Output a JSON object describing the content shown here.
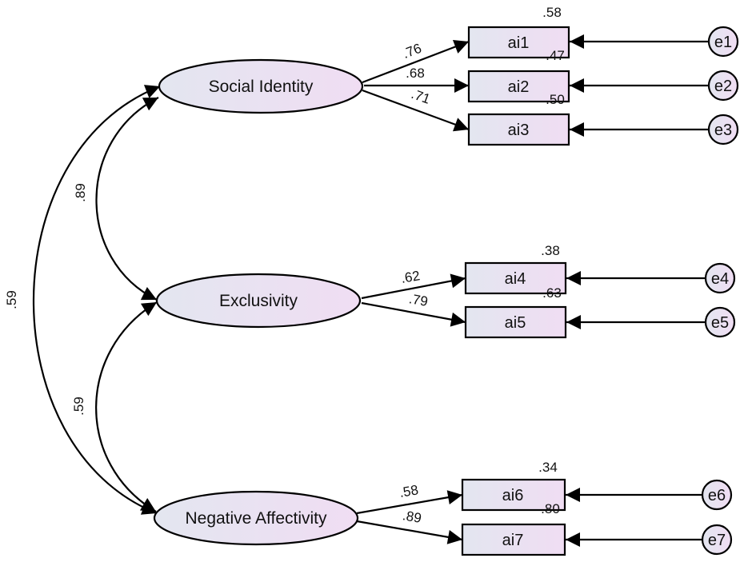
{
  "latents": {
    "social_identity": "Social Identity",
    "exclusivity": "Exclusivity",
    "negative_affectivity": "Negative Affectivity"
  },
  "indicators": {
    "ai1": "ai1",
    "ai2": "ai2",
    "ai3": "ai3",
    "ai4": "ai4",
    "ai5": "ai5",
    "ai6": "ai6",
    "ai7": "ai7"
  },
  "errors": {
    "e1": "e1",
    "e2": "e2",
    "e3": "e3",
    "e4": "e4",
    "e5": "e5",
    "e6": "e6",
    "e7": "e7"
  },
  "loadings": {
    "si_ai1": ".76",
    "si_ai2": ".68",
    "si_ai3": ".71",
    "ex_ai4": ".62",
    "ex_ai5": ".79",
    "na_ai6": ".58",
    "na_ai7": ".89"
  },
  "r_squared": {
    "ai1": ".58",
    "ai2": ".47",
    "ai3": ".50",
    "ai4": ".38",
    "ai5": ".63",
    "ai6": ".34",
    "ai7": ".80"
  },
  "correlations": {
    "si_ex": ".89",
    "ex_na": ".59",
    "si_na": ".59"
  },
  "colors": {
    "fill_left": "#e3e6f0",
    "fill_right": "#f0ddf3",
    "stroke": "#000000"
  }
}
